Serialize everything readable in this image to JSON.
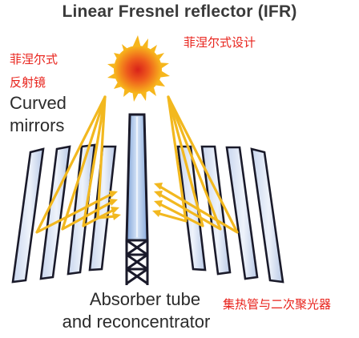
{
  "title": "Linear Fresnel reflector (IFR)",
  "labels": {
    "curved_mirrors_line1": "Curved",
    "curved_mirrors_line2": "mirrors",
    "absorber_line1": "Absorber tube",
    "absorber_line2": "and reconcentrator"
  },
  "annotations": {
    "left_cn_line1": "菲涅尔式",
    "left_cn_line2": "反射镜",
    "right_cn": "菲涅尔式设计",
    "bottom_cn": "集热管与二次聚光器"
  },
  "colors": {
    "ray": "#f2b81f",
    "mirror_fill": "#d8e3f5",
    "mirror_edge": "#1a1a2a",
    "tower_glass": "#a9c4ec",
    "sun_core": "#e8361b",
    "sun_outer": "#f7b21c",
    "chinese_annotation": "#e8221b"
  }
}
